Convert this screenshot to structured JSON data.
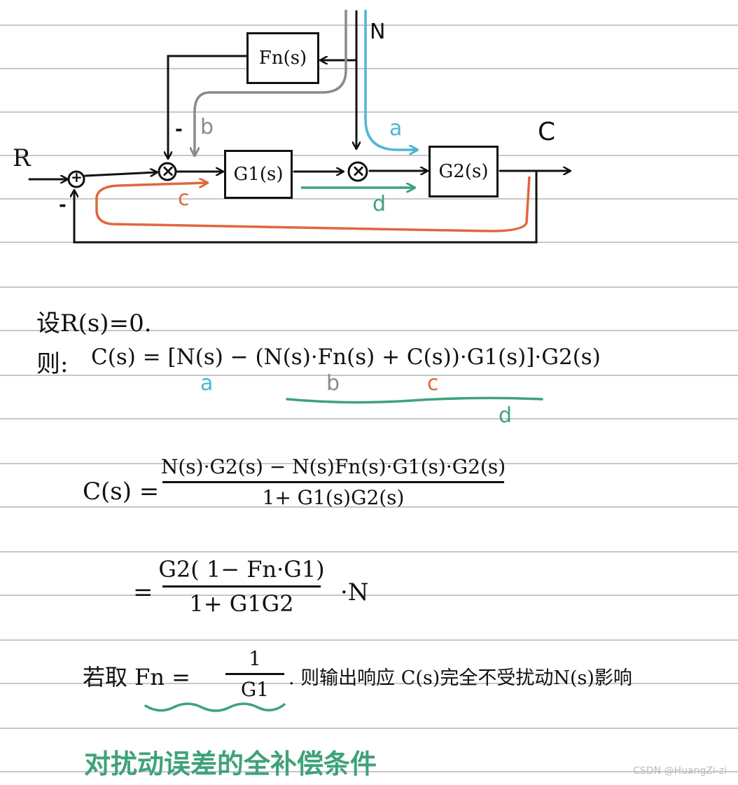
{
  "diagram": {
    "blocks": {
      "fn": "Fn(s)",
      "g1": "G1(s)",
      "g2": "G2(s)"
    },
    "signals": {
      "input": "R",
      "output": "C",
      "disturbance": "N"
    },
    "summing_junctions": {
      "left": "+",
      "middle": "×",
      "right": "×"
    },
    "signs": {
      "fn_feedback": "-",
      "main_feedback": "-"
    },
    "path_labels": {
      "a": "a",
      "b": "b",
      "c": "c",
      "d": "d"
    },
    "colors": {
      "line": "#111111",
      "path_a": "#4db6d4",
      "path_b": "#8a8a8a",
      "path_c": "#e0673d",
      "path_d": "#3fa27a",
      "ruled_lines": "#c8c8c8"
    }
  },
  "equations": {
    "assume": "设R(s)=0.",
    "then_prefix": "则:",
    "line1": "C(s) = [N(s) − (N(s)·Fn(s) + C(s))·G1(s)]·G2(s)",
    "line1_labels": {
      "a": "a",
      "b": "b",
      "c": "c",
      "d": "d"
    },
    "line2_lhs": "C(s) =",
    "line2_num": "N(s)·G2(s) − N(s)Fn(s)·G1(s)·G2(s)",
    "line2_den": "1+ G1(s)G2(s)",
    "line3_prefix": "=",
    "line3_num": "G2( 1− Fn·G1)",
    "line3_den": "1+ G1G2",
    "line3_suffix": "·N",
    "condition_prefix": "若取 Fn =",
    "condition_num": "1",
    "condition_den": "G1",
    "condition_suffix": ". 则输出响应 C(s)完全不受扰动N(s)影响",
    "conclusion": "对扰动误差的全补偿条件"
  },
  "watermark": "CSDN @HuangZi-zi"
}
